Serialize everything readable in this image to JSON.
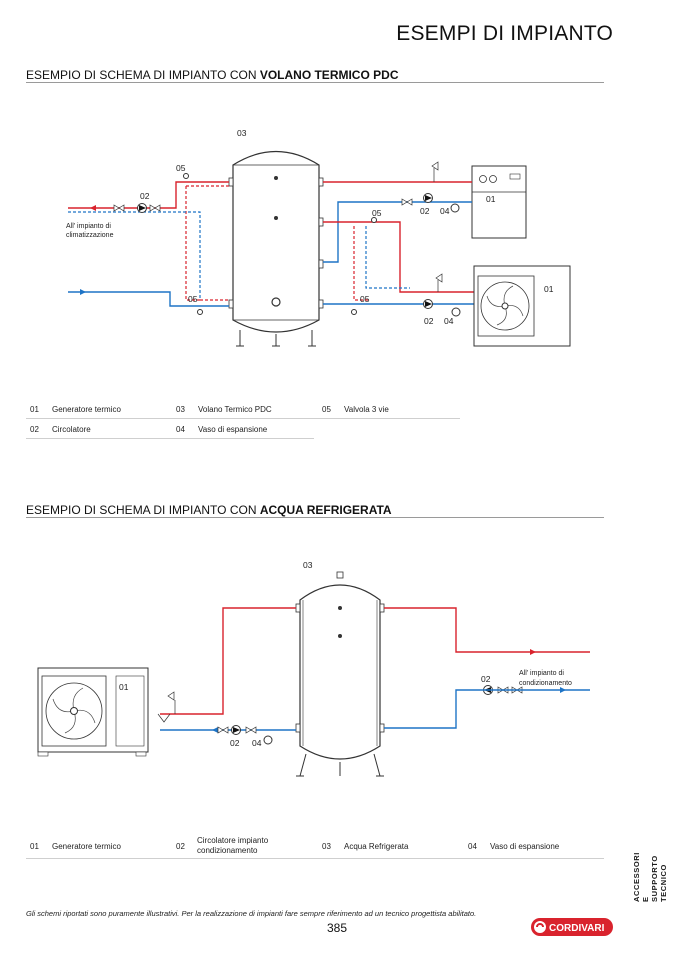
{
  "header": {
    "title": "ESEMPI DI IMPIANTO"
  },
  "section1": {
    "title_prefix": "ESEMPIO DI SCHEMA DI IMPIANTO CON ",
    "title_bold": "VOLANO TERMICO PDC",
    "diagram_labels": {
      "tank": "03",
      "valve_top": "05",
      "valve_mid": "05",
      "valve_bottom_left": "05",
      "valve_bottom_right": "05",
      "pump_left": "02",
      "pump_gen1": "02",
      "vessel_gen1": "04",
      "pump_gen2": "02",
      "vessel_gen2": "04",
      "gen1": "01",
      "gen2": "01",
      "plant_line1": "All' impianto di",
      "plant_line2": "climatizzazione"
    },
    "legend": [
      {
        "num": "01",
        "label": "Generatore termico"
      },
      {
        "num": "03",
        "label": "Volano Termico PDC"
      },
      {
        "num": "05",
        "label": "Valvola 3 vie"
      },
      {
        "num": "02",
        "label": "Circolatore"
      },
      {
        "num": "04",
        "label": "Vaso di espansione"
      }
    ]
  },
  "section2": {
    "title_prefix": "ESEMPIO DI SCHEMA DI IMPIANTO CON ",
    "title_bold": "ACQUA REFRIGERATA",
    "diagram_labels": {
      "tank": "03",
      "gen": "01",
      "pump_left": "02",
      "vessel_left": "04",
      "pump_right": "02",
      "plant_line1": "All' impianto di",
      "plant_line2": "condizionamento"
    },
    "legend": [
      {
        "num": "01",
        "label": "Generatore termico"
      },
      {
        "num": "02",
        "label_line1": "Circolatore impianto",
        "label_line2": "condizionamento"
      },
      {
        "num": "03",
        "label": "Acqua Refrigerata"
      },
      {
        "num": "04",
        "label": "Vaso di espansione"
      }
    ]
  },
  "footer": {
    "note": "Gli schemi riportati sono puramente illustrativi. Per la realizzazione di impianti fare sempre riferimento ad un tecnico progettista abilitato.",
    "page_number": "385",
    "side_tab": [
      "ACCESSORI",
      "E SUPPORTO",
      "TECNICO"
    ],
    "logo_text": "CORDIVARI"
  },
  "colors": {
    "hot": "#d9232d",
    "cold": "#1e74c6",
    "line": "#4a4a4a",
    "rule": "#9a9a9a"
  }
}
